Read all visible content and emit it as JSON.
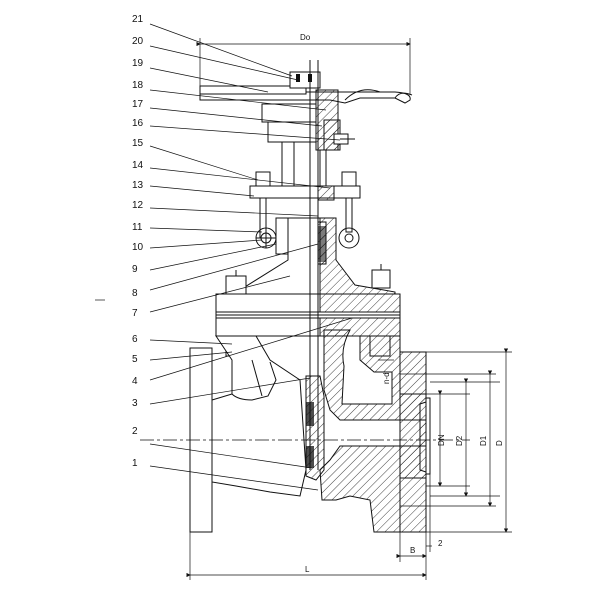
{
  "diagram": {
    "part_numbers": [
      "21",
      "20",
      "19",
      "18",
      "17",
      "16",
      "15",
      "14",
      "13",
      "12",
      "11",
      "10",
      "9",
      "8",
      "7",
      "6",
      "5",
      "4",
      "3",
      "2",
      "1"
    ],
    "dimensions": {
      "handwheel_diameter": "Do",
      "nominal_diameter": "DN",
      "d2": "D2",
      "d1": "D1",
      "d": "D",
      "bolt_holes": "n-d",
      "flange_thickness": "B",
      "raised_face": "2",
      "length": "L"
    }
  }
}
